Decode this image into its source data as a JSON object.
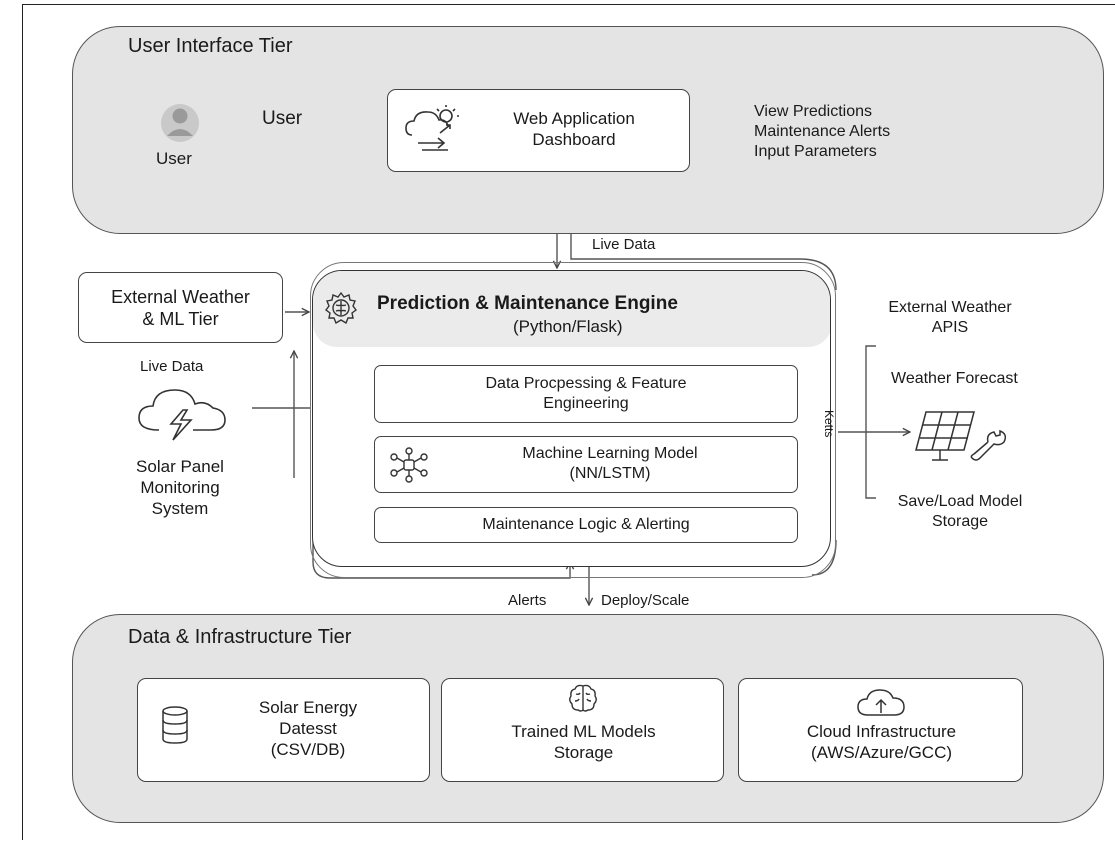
{
  "ui_tier": {
    "title": "User Interface Tier",
    "user_caption": "User",
    "arrow_label": "User",
    "web_app": {
      "line1": "Web Application",
      "line2": "Dashboard"
    },
    "outputs": [
      "View Predictions",
      "Maintenance Alerts",
      "Input Parameters"
    ]
  },
  "flows": {
    "live_data_top": "Live Data",
    "live_data_left": "Live Data",
    "alerts": "Alerts",
    "deploy_scale": "Deploy/Scale",
    "side_label": "Ketts"
  },
  "ext_weather_ml": {
    "line1": "External Weather",
    "line2": "& ML Tier"
  },
  "solar_monitoring": {
    "line1": "Solar Panel",
    "line2": "Monitoring",
    "line3": "System"
  },
  "engine": {
    "title": "Prediction & Maintenance Engine",
    "subtitle": "(Python/Flask)",
    "modules": {
      "data_processing": {
        "line1": "Data Procpessing & Feature",
        "line2": "Engineering"
      },
      "ml_model": {
        "line1": "Machine Learning Model",
        "line2": "(NN/LSTM)"
      },
      "maintenance": {
        "line1": "Maintenance Logic & Alerting"
      }
    }
  },
  "right_side": {
    "ext_apis": {
      "line1": "External Weather",
      "line2": "APIS"
    },
    "forecast": "Weather Forecast",
    "storage": {
      "line1": "Save/Load Model",
      "line2": "Storage"
    }
  },
  "data_tier": {
    "title": "Data & Infrastructure Tier",
    "cards": {
      "dataset": {
        "line1": "Solar Energy",
        "line2": "Datesst",
        "line3": "(CSV/DB)"
      },
      "models": {
        "line1": "Trained ML Models",
        "line2": "Storage"
      },
      "cloud": {
        "line1": "Cloud Infrastructure",
        "line2": "(AWS/Azure/GCC)"
      }
    }
  },
  "icons": [
    "user-avatar-icon",
    "weather-sync-icon",
    "gear-brain-icon",
    "cloud-lightning-icon",
    "network-nodes-icon",
    "solar-panel-wrench-icon",
    "database-icon",
    "brain-icon",
    "cloud-upload-icon"
  ],
  "colors": {
    "tier_fill": "#e4e4e4",
    "engine_header": "#ebebeb",
    "stroke": "#444444",
    "avatar": "#9a9a9a"
  }
}
